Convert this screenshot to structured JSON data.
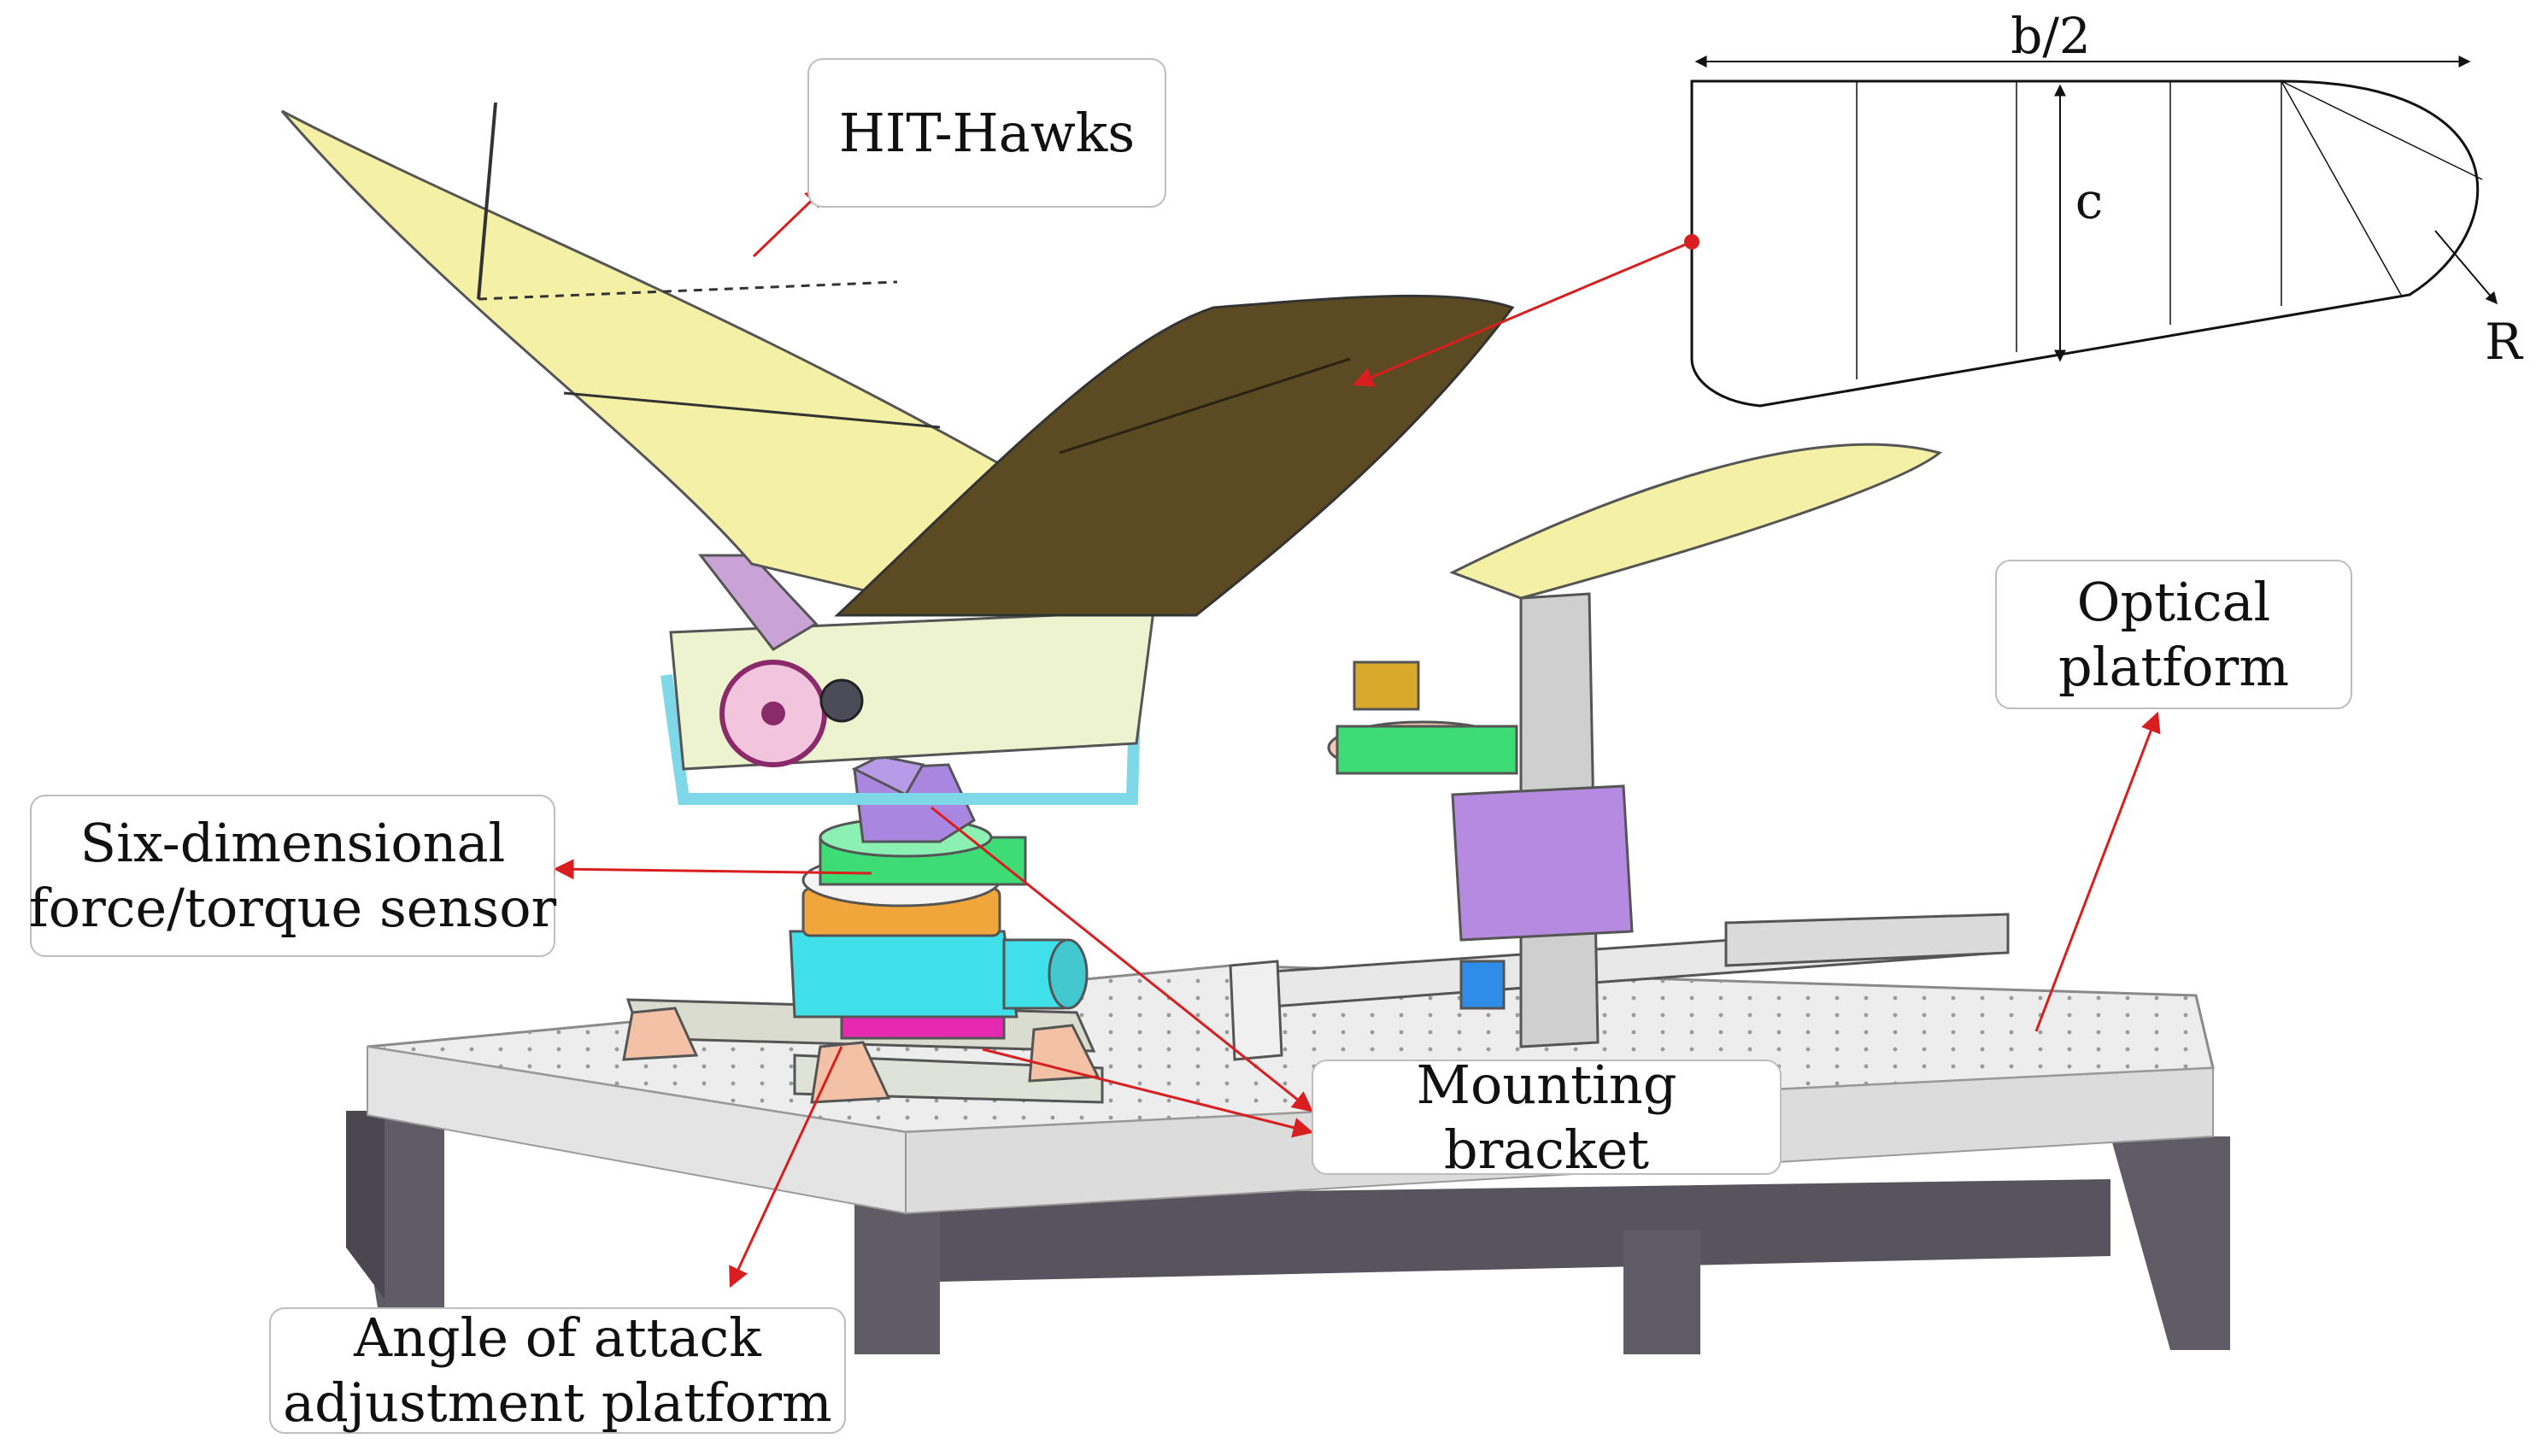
{
  "labels": {
    "hit_hawks": "HIT-Hawks",
    "sensor_line1": "Six-dimensional",
    "sensor_line2": "force/torque sensor",
    "optical_line1": "Optical",
    "optical_line2": "platform",
    "bracket_line1": "Mounting",
    "bracket_line2": "bracket",
    "aoa_line1": "Angle of attack",
    "aoa_line2": "adjustment platform"
  },
  "wing_planform": {
    "span_label": "b/2",
    "chord_label": "c",
    "radius_label": "R"
  },
  "colors": {
    "leader_line": "#d81e1e",
    "wing_light": "#f4f0a6",
    "wing_dark": "#5b4a22",
    "sensor_green": "#3ddc75",
    "base_cyan": "#3fe0ea",
    "mount_purple": "#a986e0",
    "orange_block": "#f0a63a",
    "table_top": "#ececec",
    "table_legs": "#5f5c66"
  }
}
